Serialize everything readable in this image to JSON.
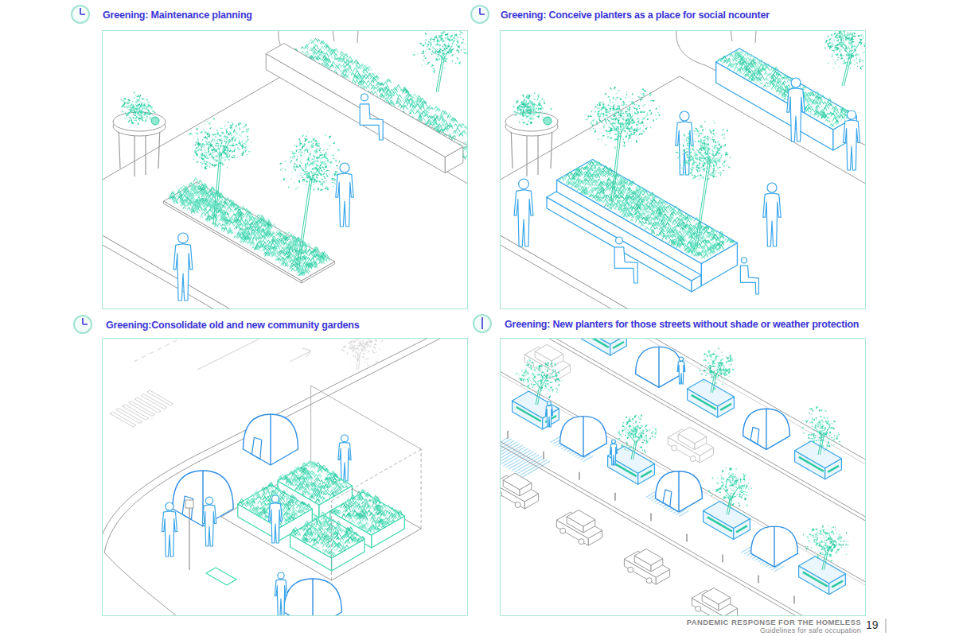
{
  "diagram": {
    "nodes": [
      {
        "text": [
          "Greening: Maintenance planning"
        ]
      },
      {
        "text": [
          "Greening: Conceive planters as a place for social ncounter"
        ]
      },
      {
        "text": [
          "Greening:Consolidate old and new community gardens"
        ]
      },
      {
        "text": [
          "Greening: New planters for those streets without shade or weather protection"
        ]
      }
    ],
    "labels": [
      "PANDEMIC RESPONSE FOR THE HOMELESS",
      "19",
      "Guidelines for safe occupation"
    ]
  }
}
